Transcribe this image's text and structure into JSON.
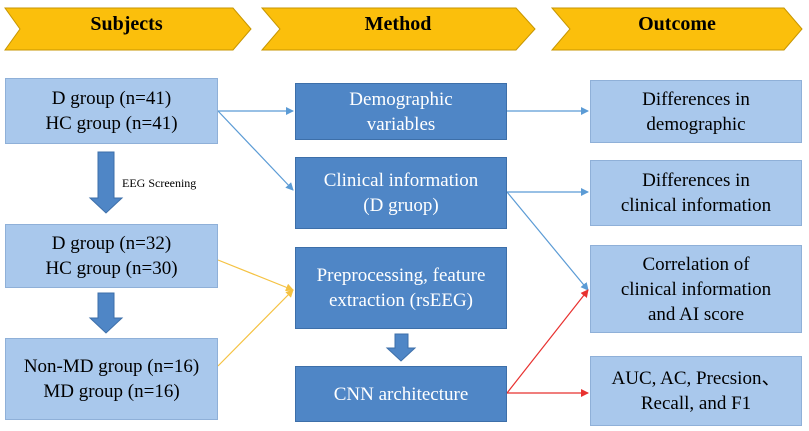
{
  "headers": {
    "subjects": "Subjects",
    "method": "Method",
    "outcome": "Outcome"
  },
  "subjects": {
    "box1": {
      "line1": "D group (n=41)",
      "line2": "HC group (n=41)"
    },
    "screening_note": "EEG Screening",
    "box2": {
      "line1": "D group (n=32)",
      "line2": "HC group (n=30)"
    },
    "box3": {
      "line1": "Non-MD group (n=16)",
      "line2": "MD group (n=16)"
    }
  },
  "method": {
    "demographic": {
      "line1": "Demographic",
      "line2": "variables"
    },
    "clinical": {
      "line1": "Clinical information",
      "line2": "(D gruop)"
    },
    "preprocessing": {
      "line1": "Preprocessing, feature",
      "line2": "extraction (rsEEG)"
    },
    "cnn": {
      "line1": "CNN architecture"
    }
  },
  "outcome": {
    "demographic": {
      "line1": "Differences in",
      "line2": "demographic"
    },
    "clinical": {
      "line1": "Differences in",
      "line2": "clinical information"
    },
    "correlation": {
      "line1": "Correlation of",
      "line2": "clinical information",
      "line3": "and AI score"
    },
    "metrics": {
      "line1": "AUC, AC, Precsion、",
      "line2": "Recall, and F1"
    }
  },
  "colors": {
    "header_fill": "#fbbf0c",
    "subject_fill": "#a9c8ec",
    "method_fill": "#4f86c6",
    "blue_link": "#5b9bd5",
    "yellow_link": "#f5c242",
    "red_link": "#e8312f"
  }
}
